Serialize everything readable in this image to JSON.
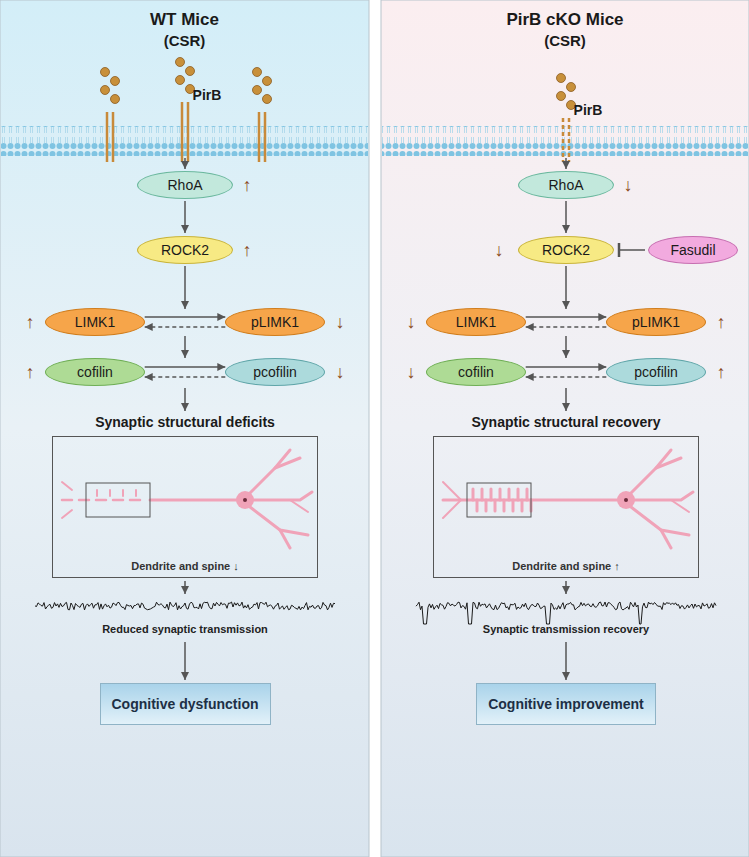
{
  "diagram": {
    "nodes": [
      {
        "text": [
          "WT Mice",
          "(CSR)"
        ]
      },
      {
        "text": [
          "RhoA"
        ],
        "in": 0
      },
      {
        "text": [
          "ROCK2"
        ],
        "in": 0
      },
      {
        "text": [
          "LIMK1"
        ],
        "in": 0
      },
      {
        "text": [
          "pLIMK1"
        ],
        "in": 0
      },
      {
        "text": [
          "cofilin"
        ],
        "in": 0
      },
      {
        "text": [
          "pcofilin"
        ],
        "in": 0
      },
      {
        "text": [
          "Synaptic structural deficits",
          "Dendrite and spine ↓"
        ],
        "in": 0
      },
      {
        "text": [
          "Cognitive dysfunction"
        ],
        "in": 0
      },
      {
        "text": [
          "PirB cKO Mice",
          "(CSR)"
        ]
      },
      {
        "text": [
          "RhoA"
        ],
        "in": 9
      },
      {
        "text": [
          "ROCK2"
        ],
        "in": 9
      },
      {
        "text": [
          "Fasudil"
        ],
        "in": 9
      },
      {
        "text": [
          "LIMK1"
        ],
        "in": 9
      },
      {
        "text": [
          "pLIMK1"
        ],
        "in": 9
      },
      {
        "text": [
          "cofilin"
        ],
        "in": 9
      },
      {
        "text": [
          "pcofilin"
        ],
        "in": 9
      },
      {
        "text": [
          "Synaptic structural recovery",
          "Dendrite and spine ↑"
        ],
        "in": 9
      },
      {
        "text": [
          "Cognitive improvement"
        ],
        "in": 9
      }
    ],
    "edges": [
      {
        "from": 1,
        "to": 2,
        "arrow": "to"
      },
      {
        "from": 3,
        "to": 4,
        "arrow": "to"
      },
      {
        "from": 4,
        "to": 3,
        "arrow": "to"
      },
      {
        "from": 5,
        "to": 6,
        "arrow": "to"
      },
      {
        "from": 6,
        "to": 5,
        "arrow": "to"
      },
      {
        "from": 10,
        "to": 11,
        "arrow": "to"
      },
      {
        "from": 12,
        "to": 11,
        "arrow": "to"
      },
      {
        "from": 13,
        "to": 14,
        "arrow": "to"
      },
      {
        "from": 14,
        "to": 13,
        "arrow": "to"
      },
      {
        "from": 15,
        "to": 16,
        "arrow": "to"
      },
      {
        "from": 16,
        "to": 15,
        "arrow": "to"
      }
    ],
    "labels": [
      "PirB",
      "↑",
      "↑",
      "↑",
      "↓",
      "↑",
      "↓",
      "Reduced synaptic transmission",
      "PirB",
      "↓",
      "↓",
      "↓",
      "↑",
      "↓",
      "↑",
      "Synaptic transmission recovery"
    ]
  }
}
